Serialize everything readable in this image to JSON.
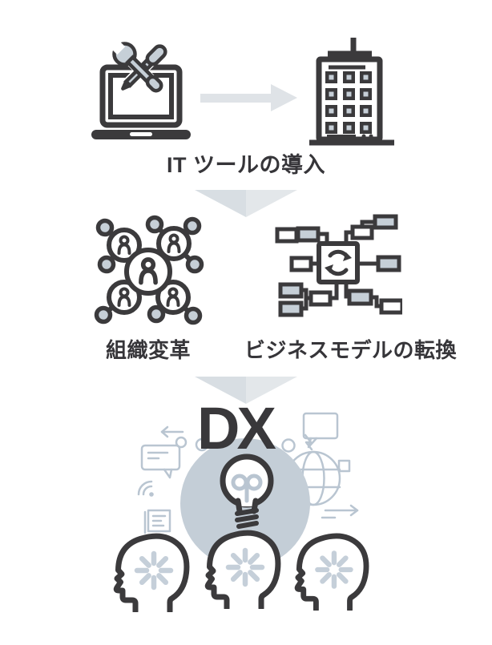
{
  "steps": [
    {
      "id": "it-tools",
      "label": "IT ツールの導入",
      "icons": [
        "laptop-tools",
        "arrow-right",
        "building"
      ]
    },
    {
      "id": "transformation",
      "items": [
        {
          "label": "組織変革",
          "icon": "organization-network"
        },
        {
          "label": "ビジネスモデルの転換",
          "icon": "business-model-refresh"
        }
      ]
    },
    {
      "id": "dx",
      "label": "DX",
      "icons": [
        "lightbulb",
        "head-profile",
        "head-profile",
        "head-profile"
      ],
      "decor_icons": [
        "left-arrow",
        "chat-bubble",
        "wifi",
        "document",
        "circle-bubble",
        "circle-bubble",
        "circle-bubble",
        "speech-bubble",
        "lightning",
        "globe",
        "square",
        "right-arrow"
      ]
    }
  ],
  "connectors": [
    "arrow-right",
    "chevron-down",
    "chevron-down"
  ],
  "colors": {
    "dark": "#3b3a3c",
    "lightfill": "#c6cfd7",
    "arrow": "#dfe3e7",
    "chevL": "#d8dee3",
    "chevR": "#e3e7ea",
    "circle": "#c4ced7",
    "decor": "#b9c5d1",
    "spinner": "#c5cfd9",
    "text": "#363539",
    "dx": "#39383b"
  }
}
